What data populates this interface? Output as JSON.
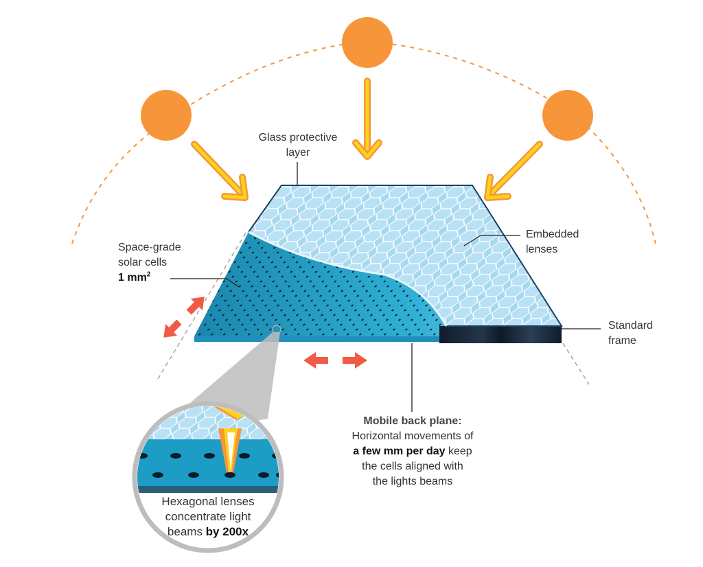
{
  "colors": {
    "sun": "#f7953a",
    "arrow_yellow": "#fbd31f",
    "arrow_orange": "#f7953a",
    "move_arrow": "#ef5b45",
    "panel_blue": "#1e9bc3",
    "lens_blue": "#9fd3ef",
    "frame_dark": "#0f1c2b"
  },
  "icons": [
    "sun-icon",
    "sun-icon",
    "sun-icon",
    "light-ray-arrow",
    "double-arrow"
  ],
  "labels": {
    "glass": {
      "line1": "Glass protective",
      "line2": "layer"
    },
    "lenses": {
      "line1": "Embedded",
      "line2": "lenses"
    },
    "cells": {
      "line1": "Space-grade",
      "line2": "solar cells",
      "line3": "1 mm",
      "sup": "2"
    },
    "frame": {
      "line1": "Standard",
      "line2": "frame"
    },
    "backplane": {
      "title": "Mobile back plane:",
      "line1": "Horizontal movements of",
      "line2_bold": "a few mm per day",
      "line2_rest": " keep",
      "line3": "the cells aligned with",
      "line4": "the lights beams"
    },
    "hexagonal": {
      "line1": "Hexagonal lenses",
      "line2": "concentrate light",
      "line3_pre": "beams ",
      "line3_bold": "by 200x"
    }
  }
}
